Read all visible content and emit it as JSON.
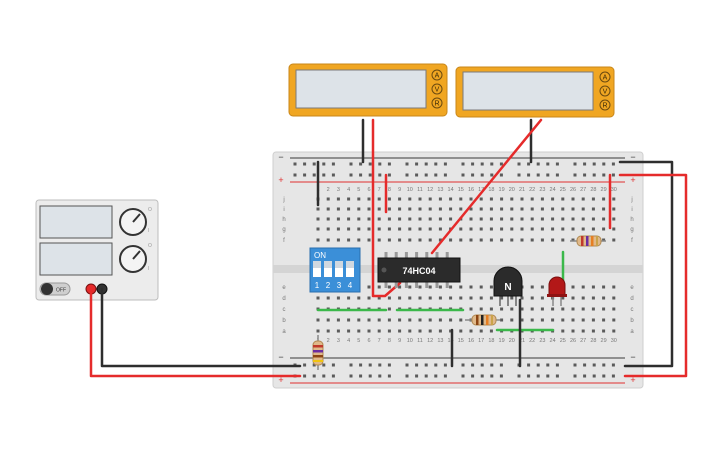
{
  "colors": {
    "meter_body": "#f0a622",
    "meter_screen": "#dde3e8",
    "board": "#e4e4e4",
    "rail_red": "#e03030",
    "rail_black": "#3a3a3a",
    "wire_red": "#e52b2b",
    "wire_black": "#2e2e2e",
    "wire_green": "#3bb84a",
    "dip_blue": "#3b8fd8",
    "chip": "#2b2b2b",
    "led": "#b31818"
  },
  "multimeters": [
    {
      "buttons": [
        "A",
        "V",
        "R"
      ]
    },
    {
      "buttons": [
        "A",
        "V",
        "R"
      ]
    }
  ],
  "power_supply": {
    "switch_label": "OFF",
    "knob_top_labels": [
      "O",
      "I"
    ],
    "knob_bottom_labels": [
      "O",
      "I"
    ]
  },
  "breadboard": {
    "columns": [
      "1",
      "2",
      "3",
      "4",
      "5",
      "6",
      "7",
      "8",
      "9",
      "10",
      "11",
      "12",
      "13",
      "14",
      "15",
      "16",
      "17",
      "18",
      "19",
      "20",
      "21",
      "22",
      "23",
      "24",
      "25",
      "26",
      "27",
      "28",
      "29",
      "30"
    ],
    "rows_top": [
      "j",
      "i",
      "h",
      "g",
      "f"
    ],
    "rows_bottom": [
      "e",
      "d",
      "c",
      "b",
      "a"
    ],
    "rail_plus": "+",
    "rail_minus": "−"
  },
  "dip_switch": {
    "on_label": "ON",
    "positions": [
      "1",
      "2",
      "3",
      "4"
    ]
  },
  "ic": {
    "label": "74HC04"
  },
  "transistor": {
    "label": "N"
  }
}
